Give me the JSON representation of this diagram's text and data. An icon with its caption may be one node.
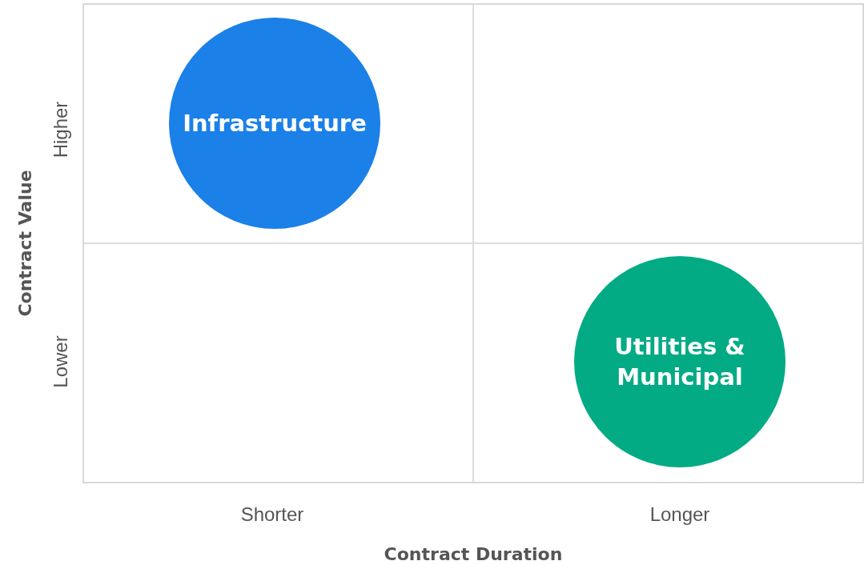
{
  "diagram": {
    "nodes": [
      {
        "text": [
          "Infrastructure"
        ]
      },
      {
        "text": [
          "Utilities & Municipal"
        ]
      }
    ],
    "labels": [
      "Higher",
      "Lower",
      "Contract Value",
      "Shorter",
      "Longer",
      "Contract Duration"
    ]
  }
}
